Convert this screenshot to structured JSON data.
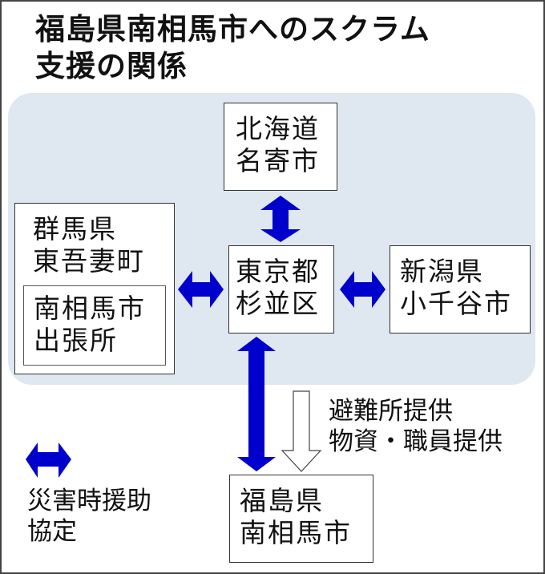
{
  "title": {
    "line1": "福島県南相馬市へのスクラム",
    "line2": "支援の関係"
  },
  "colors": {
    "panel_bg": "#dfe7f0",
    "agreement_arrow": "#0000cc",
    "support_arrow_fill": "#ffffff",
    "box_border": "#333333"
  },
  "nodes": {
    "nayoro": {
      "line1": "北海道",
      "line2": "名寄市"
    },
    "gunma": {
      "line1": "群馬県",
      "line2": "東吾妻町"
    },
    "gunma_office": {
      "line1": "南相馬市",
      "line2": "出張所"
    },
    "suginami": {
      "line1": "東京都",
      "line2": "杉並区"
    },
    "ojiya": {
      "line1": "新潟県",
      "line2": "小千谷市"
    },
    "minamisoma": {
      "line1": "福島県",
      "line2": "南相馬市"
    }
  },
  "edges": [
    {
      "from": "nayoro",
      "to": "suginami",
      "type": "災害時援助協定"
    },
    {
      "from": "gunma",
      "to": "suginami",
      "type": "災害時援助協定"
    },
    {
      "from": "suginami",
      "to": "ojiya",
      "type": "災害時援助協定"
    },
    {
      "from": "suginami",
      "to": "minamisoma",
      "type": "災害時援助協定"
    },
    {
      "from": "panel",
      "to": "minamisoma",
      "type": "support"
    }
  ],
  "support_note": {
    "line1": "避難所提供",
    "line2": "物資・職員提供"
  },
  "legend": {
    "icon": "double-arrow-icon",
    "line1": "災害時援助",
    "line2": "協定"
  }
}
